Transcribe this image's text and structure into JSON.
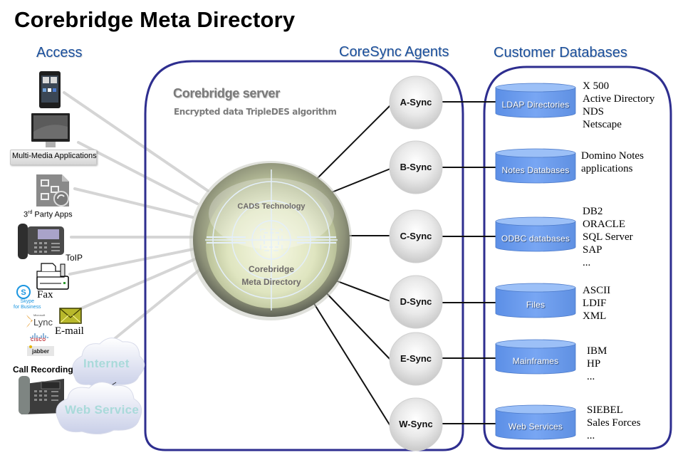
{
  "title": "Corebridge Meta Directory",
  "sections": {
    "access": "Access",
    "agents": "CoreSync Agents",
    "databases": "Customer Databases"
  },
  "server": {
    "title": "Corebridge server",
    "subtitle": "Encrypted data TripleDES algorithm",
    "core_top": "CADS Technology",
    "core_bottom_1": "Corebridge",
    "core_bottom_2": "Meta Directory"
  },
  "access": {
    "multimedia": "Multi-Media  Applications",
    "third_party": "3rd Party Apps",
    "third_party_base": "3",
    "third_party_sup": "rd",
    "third_party_rest": " Party Apps",
    "toip": "ToIP",
    "fax": "Fax",
    "email": "E-mail",
    "skype": "Skype",
    "skype_sub": "for Business",
    "lync_brand": "Microsoft",
    "lync": "Lync",
    "cisco": "CISCO",
    "jabber": "jabber",
    "call_recording": "Call Recording",
    "internet": "Internet",
    "web_service": "Web Service"
  },
  "agents": [
    "A-Sync",
    "B-Sync",
    "C-Sync",
    "D-Sync",
    "E-Sync",
    "W-Sync"
  ],
  "databases": [
    {
      "label": "LDAP Directories",
      "items": [
        "X 500",
        "Active Directory",
        "NDS",
        "Netscape"
      ]
    },
    {
      "label": "Notes Databases",
      "items": [
        "Domino Notes",
        "applications"
      ]
    },
    {
      "label": "ODBC databases",
      "items": [
        "DB2",
        "ORACLE",
        "SQL Server",
        "SAP",
        "..."
      ]
    },
    {
      "label": "Files",
      "items": [
        "ASCII",
        "LDIF",
        "XML"
      ]
    },
    {
      "label": "Mainframes",
      "items": [
        "IBM",
        "HP",
        "..."
      ]
    },
    {
      "label": "Web Services",
      "items": [
        "SIEBEL",
        "Sales Forces",
        "..."
      ]
    }
  ],
  "colors": {
    "section_heading": "#1a4f9c",
    "container_border": "#2e2e8f",
    "db_cylinder": "#6e9ff0"
  }
}
